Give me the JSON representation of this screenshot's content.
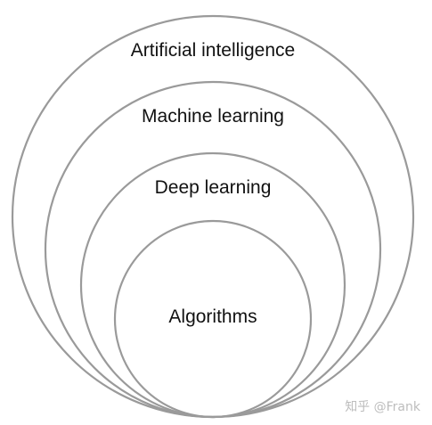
{
  "diagram": {
    "type": "nested-circles",
    "rings": [
      {
        "label": "Artificial intelligence"
      },
      {
        "label": "Machine learning"
      },
      {
        "label": "Deep learning"
      },
      {
        "label": "Algorithms"
      }
    ],
    "stroke_color": "#9a9a9a",
    "text_color": "#111111"
  },
  "watermark": {
    "text": "知乎 @Frank",
    "color": "#bdbdbd"
  }
}
